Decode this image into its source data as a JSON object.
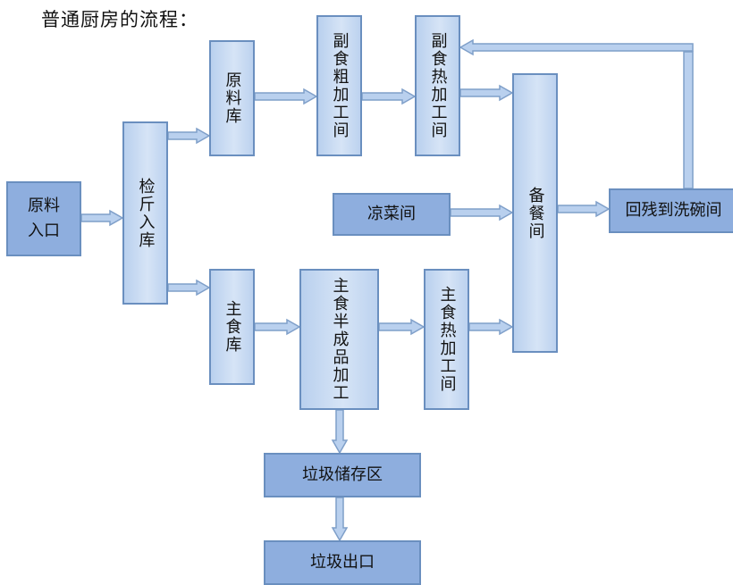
{
  "title": "普通厨房的流程：",
  "nodes": {
    "raw_entry": "原料入口",
    "inspect_store": "检斤入库",
    "raw_store": "原料库",
    "staple_store": "主食库",
    "side_rough": "副食粗加工间",
    "side_heat": "副食热加工间",
    "cold_dish": "凉菜间",
    "prep_meal": "备餐间",
    "dish_wash": "回残到洗碗间",
    "staple_semi": "主食半成品加工",
    "staple_heat": "主食热加工间",
    "garbage_store": "垃圾储存区",
    "garbage_exit": "垃圾出口"
  },
  "colors": {
    "box_border": "#6a8fbf",
    "box_dark": "#8eaede",
    "box_light": "#c4d8f1",
    "arrow_fill": "#b9d0ee",
    "arrow_stroke": "#7f9fc9"
  }
}
